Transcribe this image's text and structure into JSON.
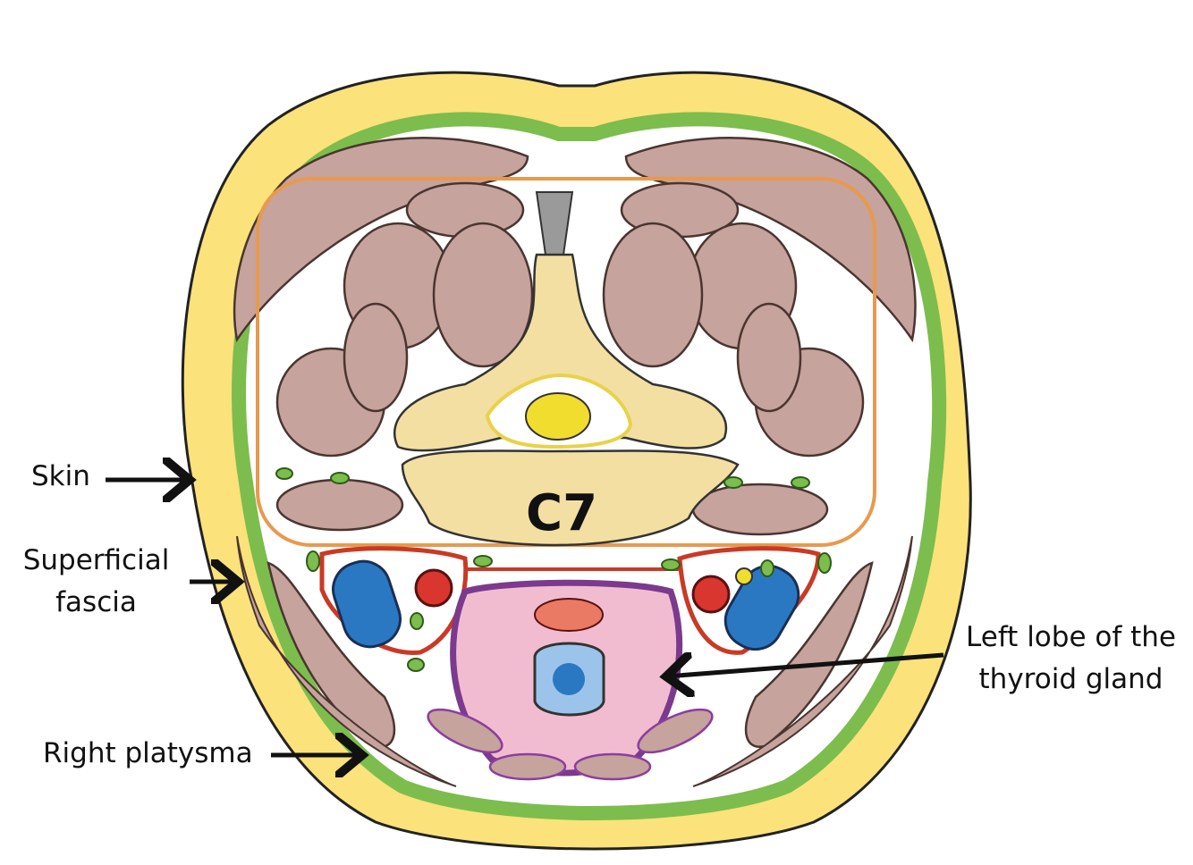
{
  "labels": {
    "skin": "Skin",
    "superficial_fascia": [
      "Superficial",
      "fascia"
    ],
    "right_platysma": "Right platysma",
    "left_lobe": [
      "Left lobe of the",
      "thyroid gland"
    ],
    "vertebra": "C7"
  },
  "colors": {
    "skin": "#fbe27a",
    "fascia": "#7cbd4e",
    "muscle": "#c6a39d",
    "bone": "#f3dfa1",
    "artery": "#d8362f",
    "vein": "#2b78c2",
    "thyroid": "#f2bcd0",
    "pretracheal_fascia": "#7b3a8e",
    "spinal_cord": "#f1dd2e",
    "carotid_sheath": "#c93a25",
    "prevertebral_fascia": "#e79a4e"
  }
}
